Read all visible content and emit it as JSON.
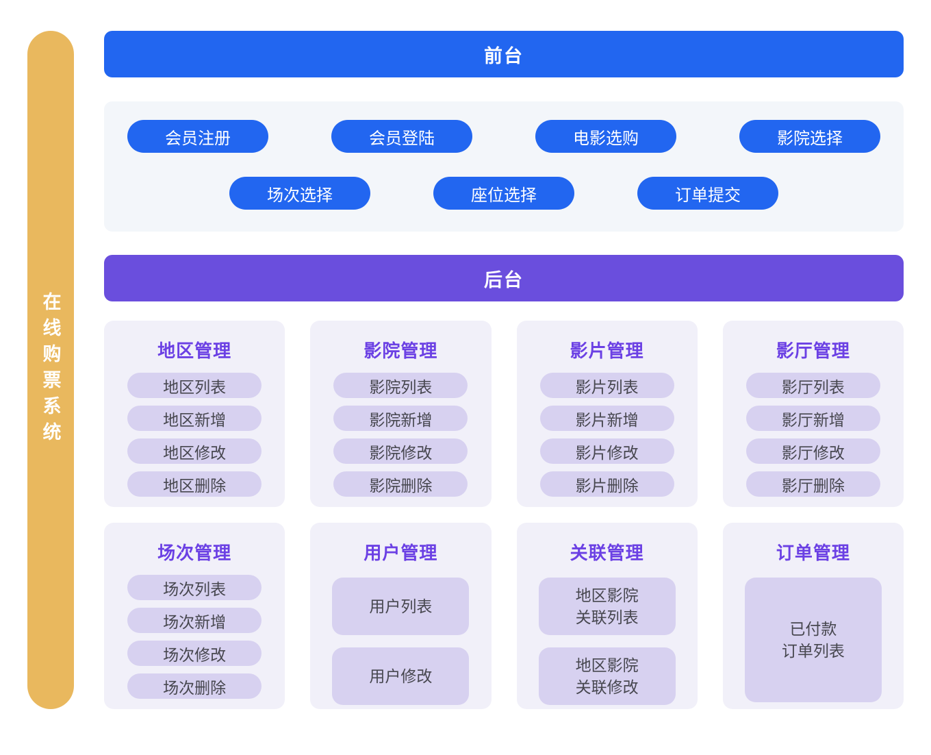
{
  "system": {
    "label": "在线购票系统"
  },
  "frontend": {
    "title": "前台",
    "modules_row1": [
      "会员注册",
      "会员登陆",
      "电影选购",
      "影院选择"
    ],
    "modules_row2": [
      "场次选择",
      "座位选择",
      "订单提交"
    ]
  },
  "backend": {
    "title": "后台",
    "cards": [
      {
        "title": "地区管理",
        "item_style": "pill",
        "items": [
          "地区列表",
          "地区新增",
          "地区修改",
          "地区删除"
        ]
      },
      {
        "title": "影院管理",
        "item_style": "pill",
        "items": [
          "影院列表",
          "影院新增",
          "影院修改",
          "影院删除"
        ]
      },
      {
        "title": "影片管理",
        "item_style": "pill",
        "items": [
          "影片列表",
          "影片新增",
          "影片修改",
          "影片删除"
        ]
      },
      {
        "title": "影厅管理",
        "item_style": "pill",
        "items": [
          "影厅列表",
          "影厅新增",
          "影厅修改",
          "影厅删除"
        ]
      },
      {
        "title": "场次管理",
        "item_style": "pill",
        "items": [
          "场次列表",
          "场次新增",
          "场次修改",
          "场次删除"
        ]
      },
      {
        "title": "用户管理",
        "item_style": "box",
        "items": [
          "用户列表",
          "用户修改"
        ]
      },
      {
        "title": "关联管理",
        "item_style": "box",
        "items": [
          "地区影院\n关联列表",
          "地区影院\n关联修改"
        ]
      },
      {
        "title": "订单管理",
        "item_style": "box-tall",
        "items": [
          "已付款\n订单列表"
        ]
      }
    ]
  },
  "colors": {
    "frontend_accent": "#2266F0",
    "backend_accent": "#6A4EDD",
    "card_title_text": "#6B40E4",
    "sidebar_bar": "#E9B85E",
    "frontend_panel_bg": "#F3F6FA",
    "card_bg": "#F1F0F9",
    "item_bg": "#D7D1F0",
    "item_text": "#47474F"
  }
}
